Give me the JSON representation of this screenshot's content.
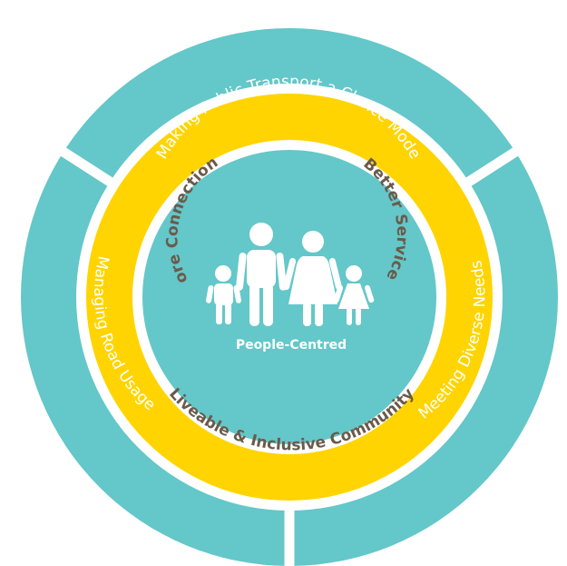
{
  "outer_ring": {
    "top_label": "Making Public Transport a Choice Mode",
    "left_label": "Managing Road Usage",
    "right_label": "Meeting Diverse Needs"
  },
  "middle_ring": {
    "left_label": "More Connections",
    "right_label": "Better Service",
    "bottom_label": "Liveable & Inclusive Community"
  },
  "center": {
    "label": "People-Centred",
    "icon": "family-icon"
  },
  "colors": {
    "teal": "#64c7c9",
    "yellow": "#ffd400",
    "ring_text": "#6b5a4a",
    "divider": "#ffffff"
  }
}
